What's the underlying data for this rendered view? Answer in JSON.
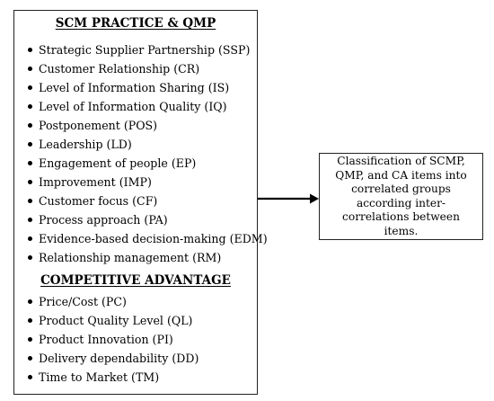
{
  "scm_qmp": {
    "heading": "SCM PRACTICE & QMP",
    "items": [
      "Strategic Supplier Partnership (SSP)",
      "Customer Relationship (CR)",
      "Level of Information Sharing (IS)",
      "Level of Information Quality (IQ)",
      "Postponement (POS)",
      "Leadership (LD)",
      "Engagement of people (EP)",
      "Improvement (IMP)",
      "Customer focus (CF)",
      "Process approach (PA)",
      "Evidence-based decision-making (EDM)",
      "Relationship management (RM)"
    ]
  },
  "competitive_advantage": {
    "heading": "COMPETITIVE ADVANTAGE",
    "items": [
      "Price/Cost (PC)",
      "Product Quality Level (QL)",
      "Product Innovation (PI)",
      "Delivery dependability (DD)",
      "Time to Market (TM)"
    ]
  },
  "classification": {
    "text": "Classification of SCMP, QMP, and CA items into correlated groups according inter-correlations between items."
  }
}
